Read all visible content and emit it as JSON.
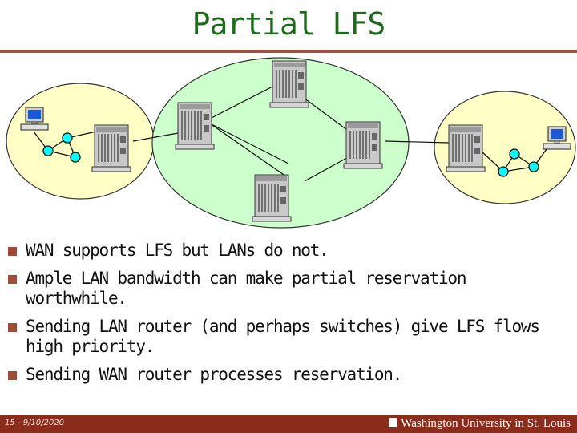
{
  "slide": {
    "title": "Partial LFS",
    "bullets": [
      "WAN supports LFS but LANs do not.",
      "Ample LAN bandwidth can make partial reservation worthwhile.",
      "Sending LAN router (and perhaps switches) give LFS flows high priority.",
      "Sending WAN router processes reservation."
    ],
    "footer_date": "15 - 9/10/2020",
    "footer_logo": "Washington University in St. Louis"
  },
  "colors": {
    "title": "#1f6a1f",
    "cloud_fill": "#ffffc6",
    "wan_fill": "#ccffcc",
    "node_fill": "#00ffff",
    "bullet": "#a04a38",
    "footer": "#8a2d1c"
  },
  "icons": [
    "computer-icon",
    "router-chassis-icon",
    "switch-node-icon",
    "bullet-square-icon",
    "university-logo-icon"
  ]
}
